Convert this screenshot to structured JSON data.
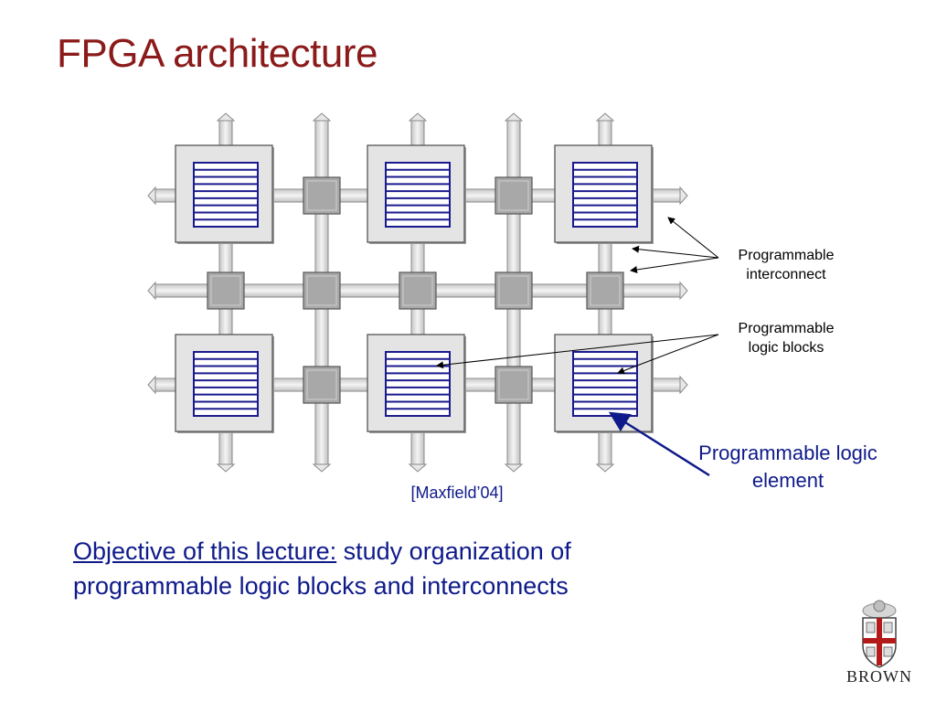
{
  "slide": {
    "title": "FPGA architecture",
    "citation": "[Maxfield’04]",
    "objective_lead": "Objective of this lecture:",
    "objective_rest": " study organization of programmable logic blocks and interconnects"
  },
  "diagram": {
    "labels": {
      "interconnect": [
        "Programmable",
        "interconnect"
      ],
      "logic_blocks": [
        "Programmable",
        "logic blocks"
      ],
      "logic_element": [
        "Programmable logic",
        "element"
      ]
    },
    "grid": {
      "rows": 2,
      "cols": 3,
      "lines_per_block": 9
    },
    "colors": {
      "title": "#8b1a1a",
      "text_blue": "#0e1a8a",
      "block_fill": "#e4e4e4",
      "switch_fill": "#a8a8a8",
      "lut_line": "#1a1a8e",
      "brand_red": "#b31b1b"
    }
  },
  "logo": {
    "text": "BROWN",
    "icon": "brown-university-crest-icon"
  }
}
